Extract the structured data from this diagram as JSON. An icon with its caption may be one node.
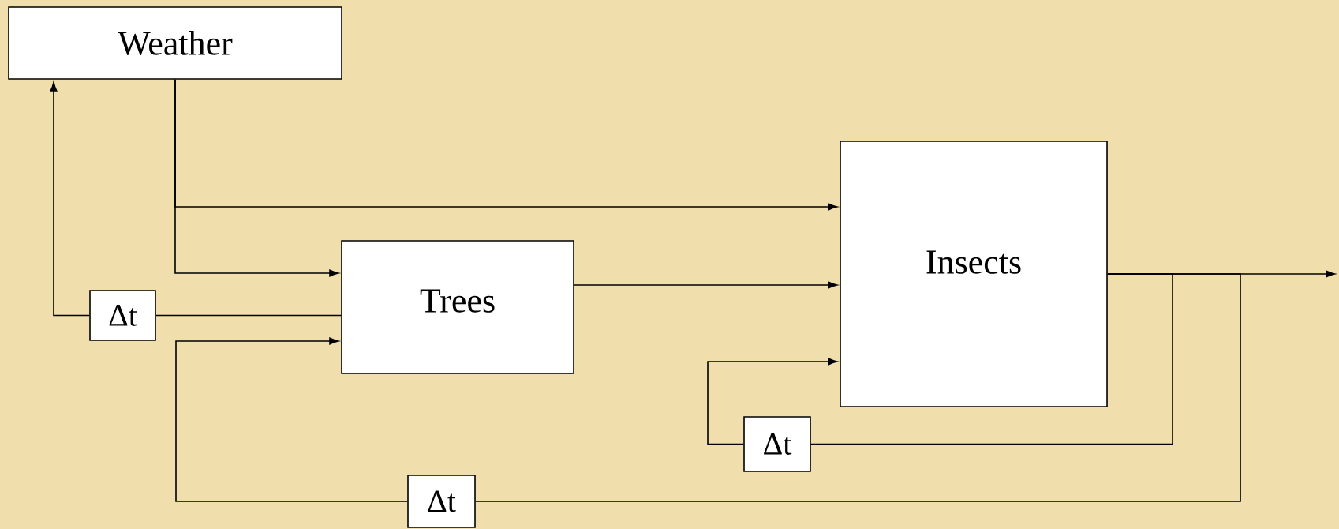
{
  "diagram": {
    "nodes": [
      {
        "text": [
          "Weather"
        ]
      },
      {
        "text": [
          "Insects"
        ]
      },
      {
        "text": [
          "Trees"
        ]
      },
      {
        "text": [
          "Δt"
        ]
      },
      {
        "text": [
          "Δt"
        ]
      },
      {
        "text": [
          "Δt"
        ]
      }
    ],
    "edges": [
      {
        "from": 0,
        "to": 1,
        "arrow": "to"
      },
      {
        "from": 0,
        "to": 2,
        "arrow": "to"
      },
      {
        "from": 2,
        "to": 1,
        "arrow": "to"
      },
      {
        "from": 2,
        "to": 3,
        "arrow": "none"
      },
      {
        "from": 3,
        "to": 0,
        "arrow": "to"
      },
      {
        "from": 1,
        "to": null,
        "arrow": "to"
      },
      {
        "from": 1,
        "to": 4,
        "arrow": "none"
      },
      {
        "from": 4,
        "to": 1,
        "arrow": "to"
      },
      {
        "from": 1,
        "to": 5,
        "arrow": "none"
      },
      {
        "from": 5,
        "to": 2,
        "arrow": "to"
      }
    ]
  }
}
